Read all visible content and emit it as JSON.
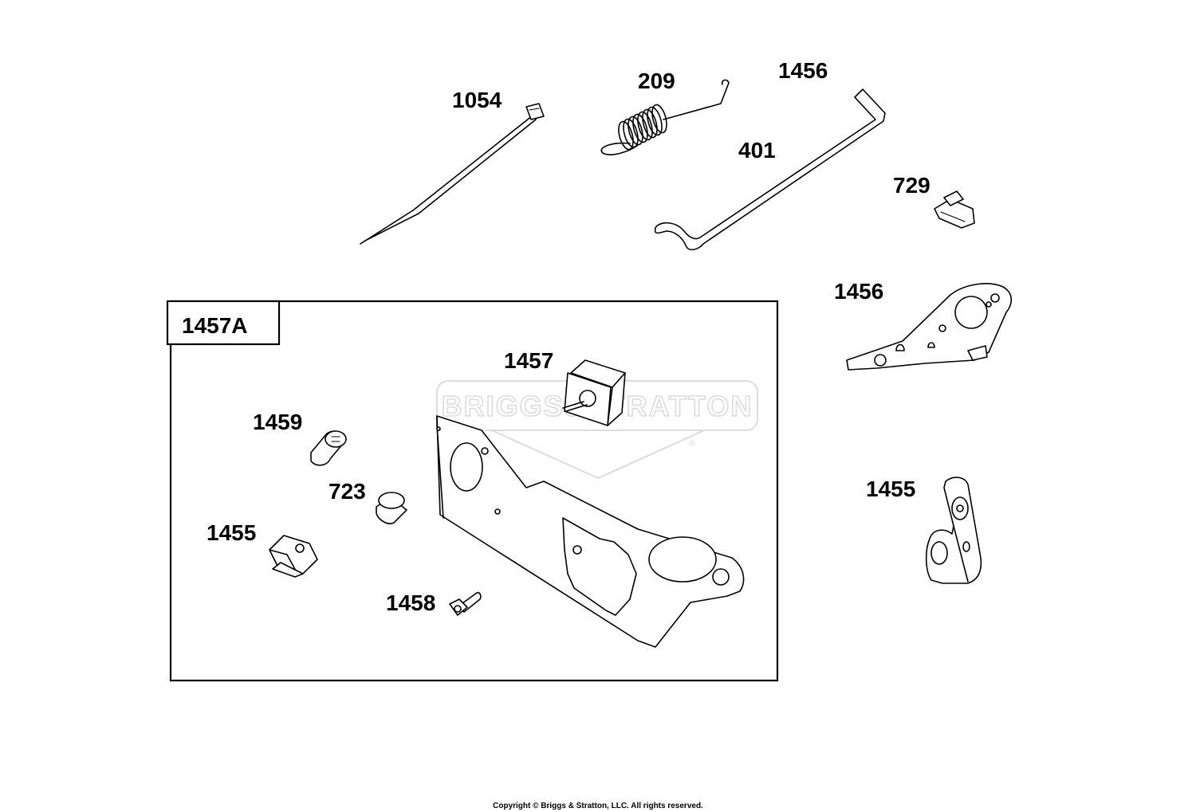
{
  "diagram": {
    "watermark": {
      "brand_text": "BRIGGS&STRATTON",
      "registered_mark": "®"
    },
    "kit": {
      "label": "1457A"
    },
    "callouts": {
      "tie_strap": "1054",
      "spring": "209",
      "link_upper": "1456",
      "link_rod": "401",
      "clip": "729",
      "bracket_right": "1456",
      "kit_part": "1457",
      "screw_1459": "1459",
      "bushing_723": "723",
      "block_1455": "1455",
      "screw_1458": "1458",
      "lever_right": "1455"
    },
    "footer": {
      "copyright": "Copyright © Briggs & Stratton, LLC. All rights reserved."
    }
  }
}
